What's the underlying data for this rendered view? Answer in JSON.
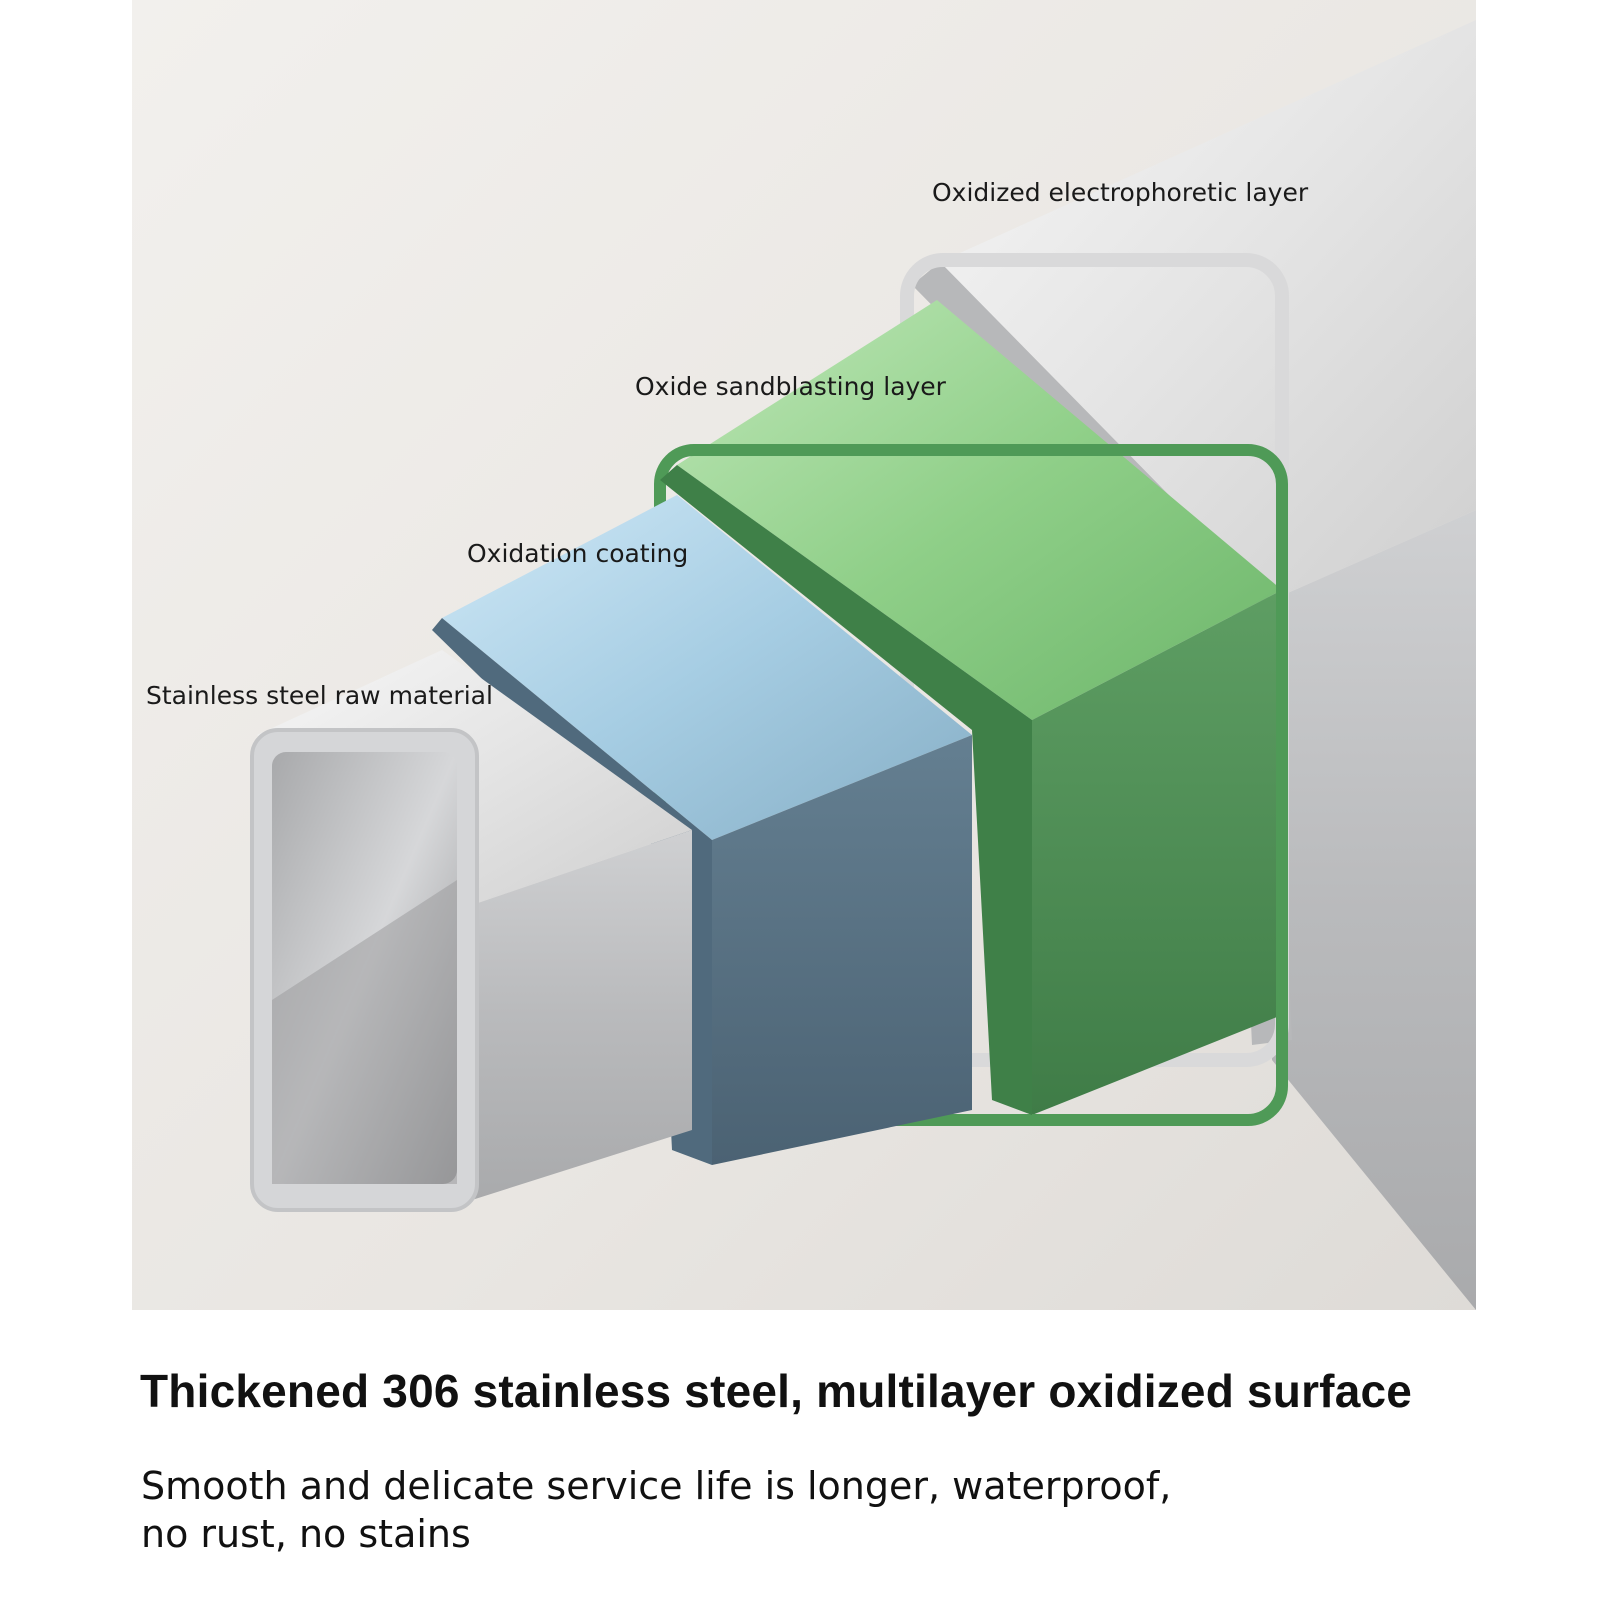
{
  "image": {
    "labels": {
      "electrophoretic": "Oxidized electrophoretic layer",
      "sandblasting": "Oxide sandblasting layer",
      "oxidation": "Oxidation coating",
      "raw": "Stainless steel raw material"
    },
    "colors": {
      "background": "#ece9e5",
      "steel": "#c8c9cb",
      "blue_layer": "#5a7488",
      "green_layer": "#4f8f55"
    }
  },
  "headline": "Thickened 306 stainless steel, multilayer oxidized surface",
  "subline": {
    "line1": "Smooth and delicate service life is longer, waterproof,",
    "line2": "no rust, no stains"
  }
}
